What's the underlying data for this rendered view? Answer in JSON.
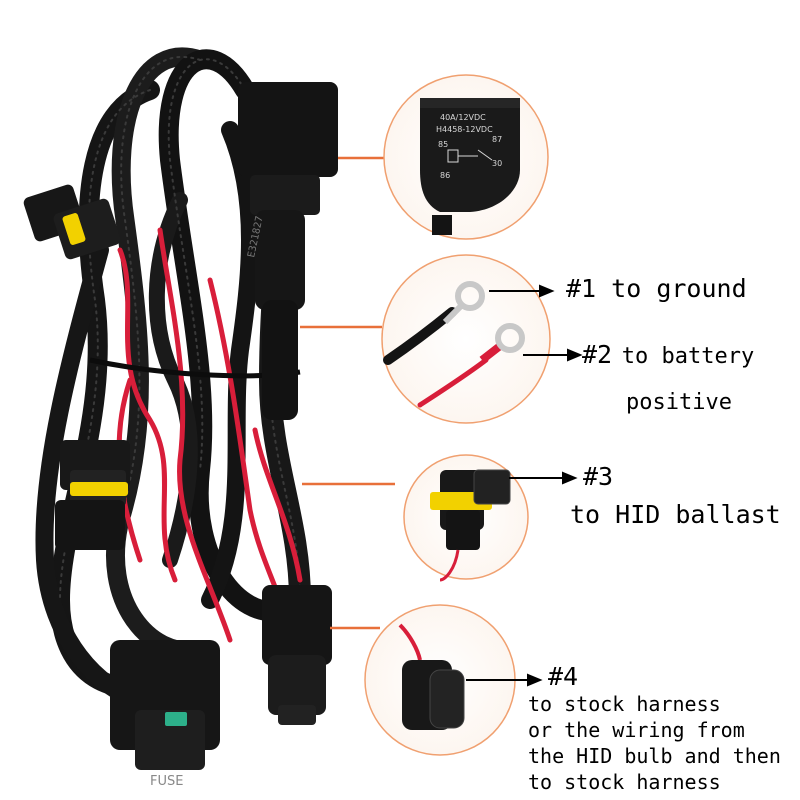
{
  "relay": {
    "rating": "40A/12VDC",
    "model": "H4458-12VDC",
    "pin85": "85",
    "pin86": "86",
    "pin87": "87",
    "pin30": "30"
  },
  "harness_print": "E321827",
  "fuse_text": "FUSE",
  "callouts": {
    "ground": {
      "number": "#1",
      "text": "to ground"
    },
    "battery": {
      "number": "#2",
      "line1": "to battery",
      "line2": "positive"
    },
    "ballast": {
      "number": "#3",
      "line1": "to HID ballast"
    },
    "stock": {
      "number": "#4",
      "lines": [
        "to stock harness",
        "or the wiring from",
        "the HID bulb and then",
        "to stock harness"
      ]
    }
  },
  "colors": {
    "callout_outline": "#f0a070",
    "pointer_line": "#e8703a",
    "cable": "#151515",
    "red_wire": "#d81e3a",
    "connector_yellow": "#f2d100"
  }
}
